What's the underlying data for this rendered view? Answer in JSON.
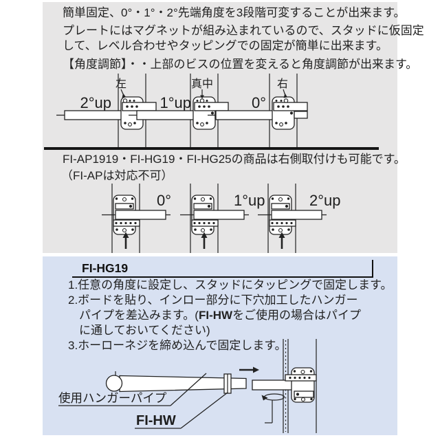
{
  "page": {
    "background": "#ffffff"
  },
  "top_panel": {
    "background": "#e7e6e6",
    "para1": "簡単固定、0°・1°・2°先端角度を3段階可変することが出来ます。",
    "para2_line1": "プレートにはマグネットが組み込まれているので、スタッドに仮固定",
    "para2_line2": "して、レベル合わせやタッピングでの固定が簡単に出来ます。",
    "para3": "【角度調節】・・上部のビスの位置を変えると角度調節が出来ます。",
    "left_mount_diagrams": [
      {
        "position_label": "左",
        "angle_label": "2°up"
      },
      {
        "position_label": "真中",
        "angle_label": "1°up"
      },
      {
        "position_label": "右",
        "angle_label": "0°"
      }
    ],
    "note_line1": "FI-AP1919・FI-HG19・FI-HG25の商品は右側取付けも可能です。",
    "note_line2": "（FI-APは対応不可）",
    "right_mount_diagrams": [
      {
        "angle_label": "0°"
      },
      {
        "angle_label": "1°up"
      },
      {
        "angle_label": "2°up"
      }
    ]
  },
  "bottom_panel": {
    "background": "#d8e1f2",
    "title": "FI-HG19",
    "steps": {
      "line1": "1.任意の角度に設定し、スタッドにタッピングで固定します。",
      "line2": "2.ボードを貼り、インロー部分に下穴加工したハンガー",
      "line3_pre": "パイプを差込みます。(",
      "line3_bold": "FI-HW",
      "line3_post": "をご使用の場合はパイプ",
      "line4": "に通しておいてください)",
      "line5": "3.ホーローネジを締め込んで固定します。"
    },
    "diagram_labels": {
      "pipe_label": "使用ハンガーパイプ",
      "part_label": "FI-HW"
    }
  }
}
